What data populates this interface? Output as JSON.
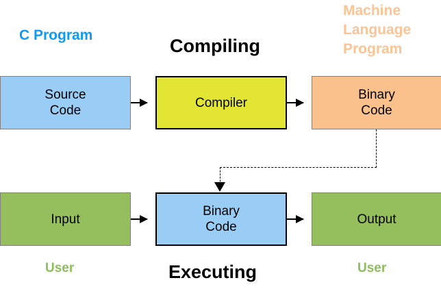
{
  "diagram": {
    "title_compiling": "Compiling",
    "title_executing": "Executing",
    "annotations": {
      "c_program": "C Program",
      "machine_language_program": "Machine\nLanguage\nProgram",
      "user_left": "User",
      "user_right": "User"
    },
    "colors": {
      "c_program_text": "#0F9BF4",
      "machine_language_text": "#FBC494",
      "user_text": "#8CBE5A",
      "source_code_fill": "#9ACDF5",
      "compiler_fill": "#E3E534",
      "binary_code_top_fill": "#FAC18C",
      "binary_code_bottom_fill": "#9ACDF5",
      "input_fill": "#95BE5C",
      "output_fill": "#95BE5C",
      "thin_border": "#808080",
      "thick_border": "#000000",
      "background": "#FFFFFF"
    },
    "nodes": {
      "source_code": "Source\nCode",
      "compiler": "Compiler",
      "binary_code_top": "Binary\nCode",
      "input": "Input",
      "binary_code_bottom": "Binary\nCode",
      "output": "Output"
    },
    "edges": [
      {
        "from": "Source Code",
        "to": "Compiler",
        "style": "solid"
      },
      {
        "from": "Compiler",
        "to": "Binary Code",
        "style": "solid"
      },
      {
        "from": "Input",
        "to": "Binary Code",
        "style": "solid"
      },
      {
        "from": "Binary Code",
        "to": "Output",
        "style": "solid"
      },
      {
        "from": "Binary Code (compiled)",
        "to": "Binary Code (executing)",
        "style": "dashed"
      }
    ]
  }
}
